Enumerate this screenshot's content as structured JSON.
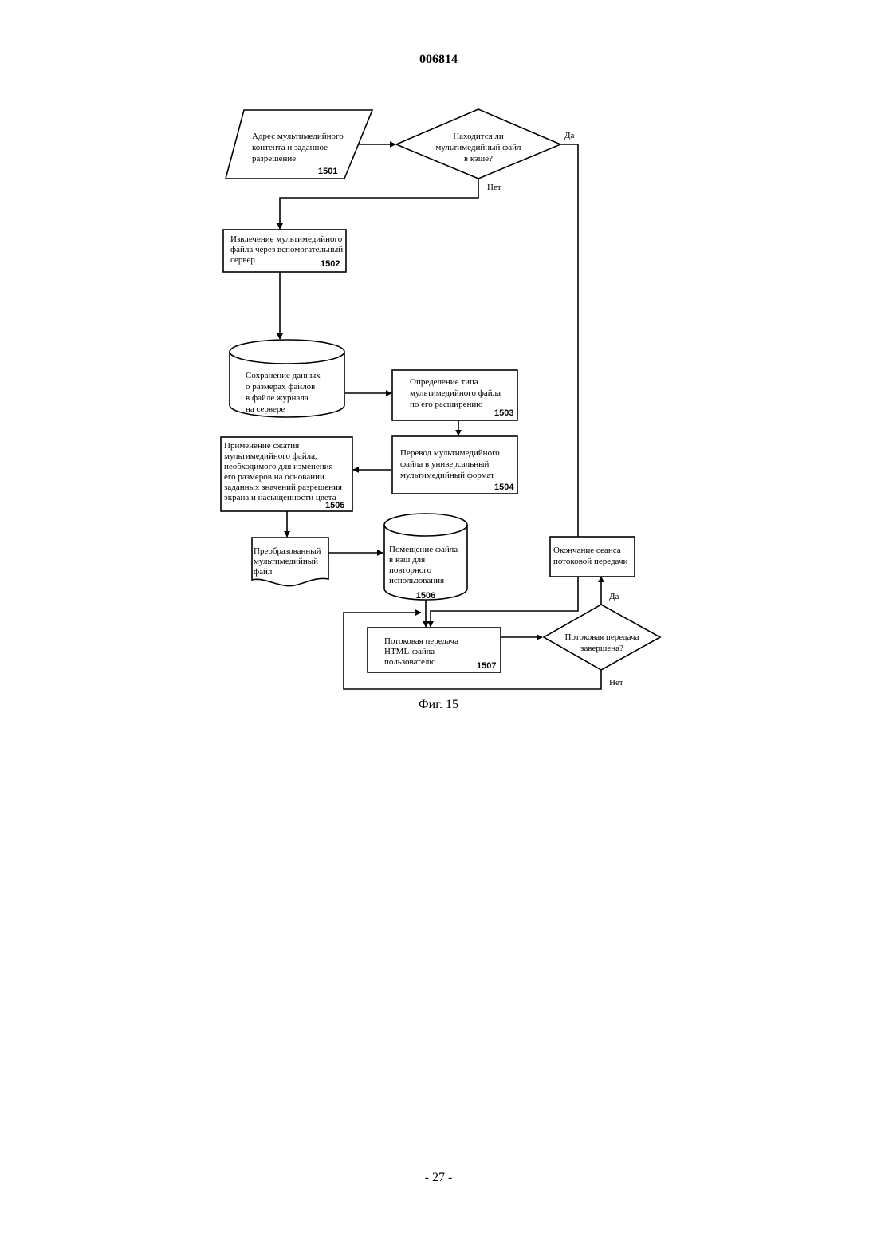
{
  "header": {
    "document_number": "006814"
  },
  "footer": {
    "page_number": "- 27 -"
  },
  "figure": {
    "caption": "Фиг. 15",
    "nodes": {
      "n1501": {
        "lines": [
          "Адрес мультимедийного",
          "контента и заданное",
          "разрешение"
        ],
        "number": "1501"
      },
      "decision_cache": {
        "lines": [
          "Находится ли",
          "мультимедийный файл",
          "в кэше?"
        ]
      },
      "n1502": {
        "lines": [
          "Извлечение мультимедийного",
          "файла через вспомогательный",
          "сервер"
        ],
        "number": "1502"
      },
      "log_store": {
        "lines": [
          "Сохранение данных",
          "о размерах файлов",
          "в файле журнала",
          "на сервере"
        ]
      },
      "n1503": {
        "lines": [
          "Определение типа",
          "мультимедийного файла",
          "по его расширению"
        ],
        "number": "1503"
      },
      "n1504": {
        "lines": [
          "Перевод мультимедийного",
          "файла в универсальный",
          "мультимедийный формат"
        ],
        "number": "1504"
      },
      "n1505": {
        "lines": [
          "Применение сжатия",
          "мультимедийного файла,",
          "необходимого для изменения",
          "его размеров на основании",
          "заданных значений разрешения",
          "экрана и насыщенности цвета"
        ],
        "number": "1505"
      },
      "converted_file": {
        "lines": [
          "Преобразованный",
          "мультимедийный",
          "файл"
        ]
      },
      "n1506": {
        "lines": [
          "Помещение файла",
          "в кэш для",
          "повторного",
          "использования"
        ],
        "number": "1506"
      },
      "n1507": {
        "lines": [
          "Потоковая передача",
          "HTML-файла",
          "пользователю"
        ],
        "number": "1507"
      },
      "decision_done": {
        "lines": [
          "Потоковая передача",
          "завершена?"
        ]
      },
      "end_session": {
        "lines": [
          "Окончание сеанса",
          "потоковой передачи"
        ]
      }
    },
    "edge_labels": {
      "cache_yes": "Да",
      "cache_no": "Нет",
      "done_yes": "Да",
      "done_no": "Нет"
    }
  }
}
